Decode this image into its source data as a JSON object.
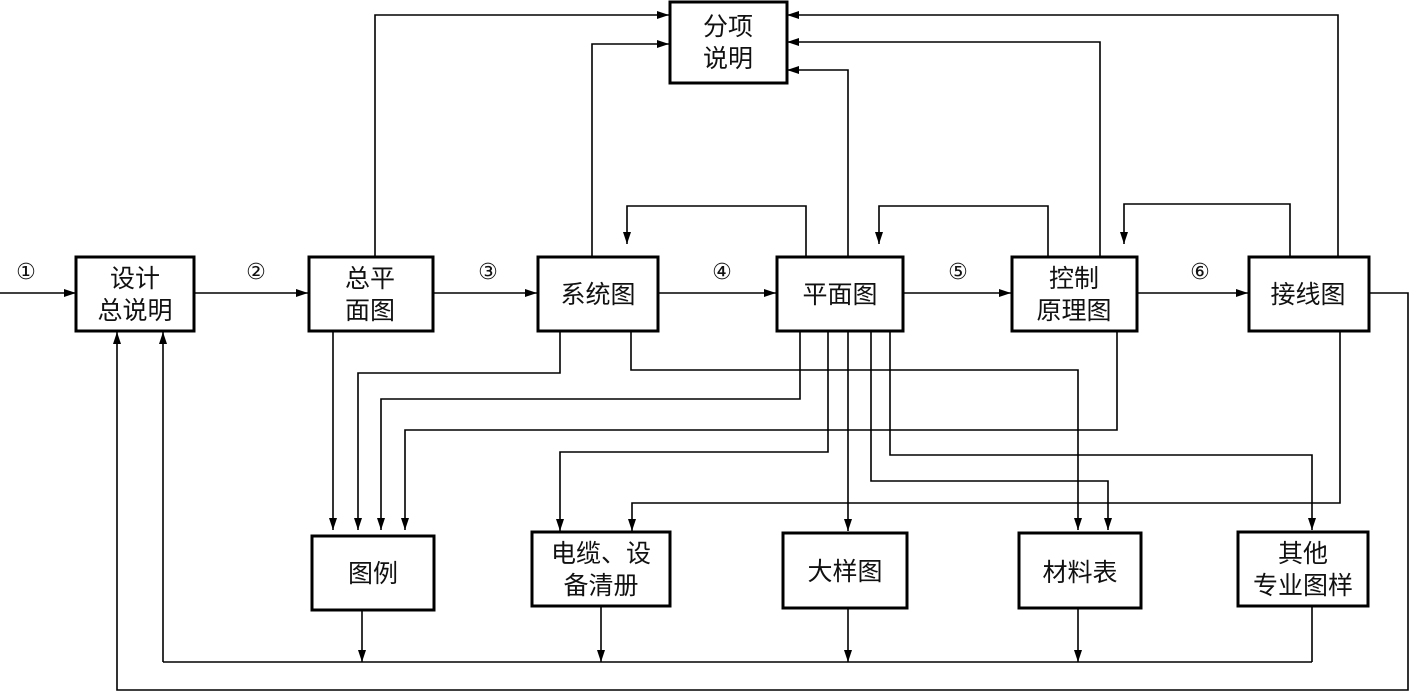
{
  "nodes": {
    "design_desc": {
      "lines": [
        "设计",
        "总说明"
      ]
    },
    "site_plan": {
      "lines": [
        "总平",
        "面图"
      ]
    },
    "system": {
      "lines": [
        "系统图"
      ]
    },
    "floor_plan": {
      "lines": [
        "平面图"
      ]
    },
    "control": {
      "lines": [
        "控制",
        "原理图"
      ]
    },
    "wiring": {
      "lines": [
        "接线图"
      ]
    },
    "sub_desc": {
      "lines": [
        "分项",
        "说明"
      ]
    },
    "legend": {
      "lines": [
        "图例"
      ]
    },
    "cable_list": {
      "lines": [
        "电缆、设",
        "备清册"
      ]
    },
    "detail": {
      "lines": [
        "大样图"
      ]
    },
    "material": {
      "lines": [
        "材料表"
      ]
    },
    "other": {
      "lines": [
        "其他",
        "专业图样"
      ]
    }
  },
  "step_labels": [
    "①",
    "②",
    "③",
    "④",
    "⑤",
    "⑥"
  ]
}
